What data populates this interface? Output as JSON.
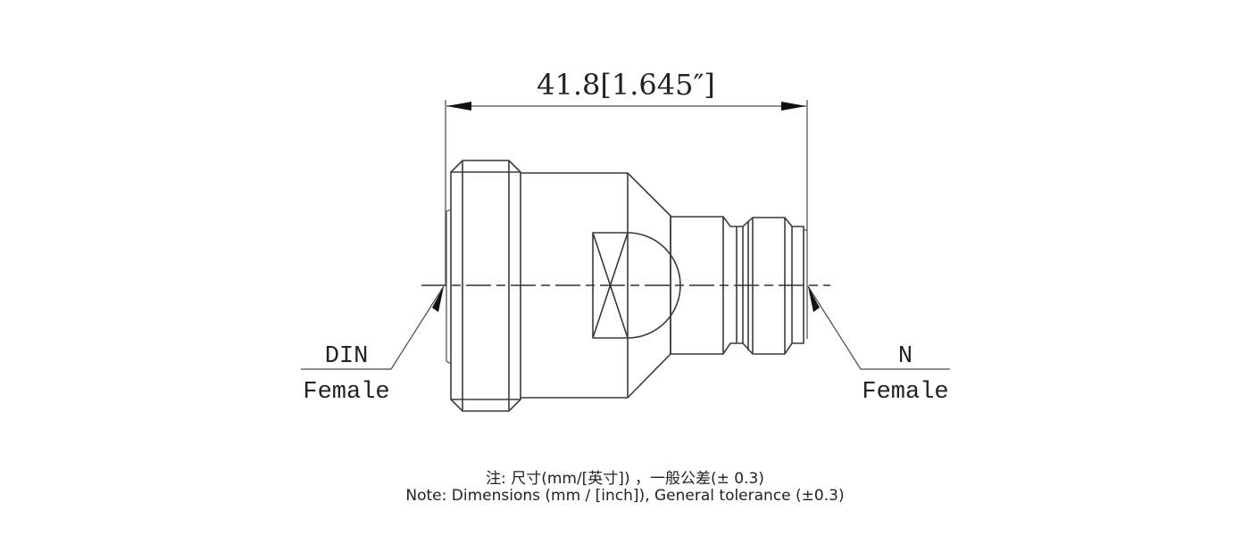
{
  "drawing": {
    "overall_dimension": "41.8[1.645″]",
    "left_label": {
      "line1": "DIN",
      "line2": "Female"
    },
    "right_label": {
      "line1": "N",
      "line2": "Female"
    }
  },
  "notes": {
    "chinese": "注: 尺寸(mm/[英寸]) ，一般公差(± 0.3)",
    "english": "Note: Dimensions (mm / [inch]), General tolerance (±0.3)"
  }
}
